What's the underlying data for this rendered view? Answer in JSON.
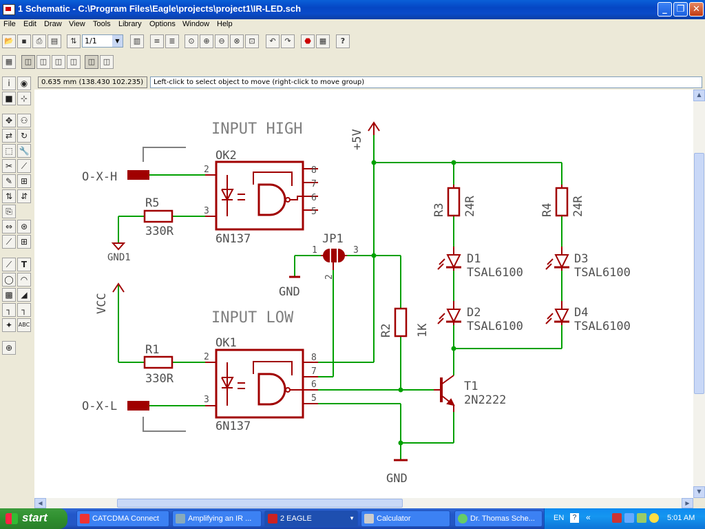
{
  "window": {
    "title": "1 Schematic - C:\\Program Files\\Eagle\\projects\\project1\\IR-LED.sch",
    "min": "_",
    "max": "❐",
    "close": "✕"
  },
  "menu": [
    "File",
    "Edit",
    "Draw",
    "View",
    "Tools",
    "Library",
    "Options",
    "Window",
    "Help"
  ],
  "toolbar": {
    "sheet_value": "1/1"
  },
  "status": {
    "coordinates": "0.635 mm (138.430 102.235)",
    "command": "Left-click to select object to move (right-click to move group)"
  },
  "schematic": {
    "headers": {
      "input_high": "INPUT HIGH",
      "input_low": "INPUT LOW"
    },
    "ok2": {
      "name": "OK2",
      "value": "6N137"
    },
    "ok1": {
      "name": "OK1",
      "value": "6N137"
    },
    "r5": {
      "name": "R5",
      "value": "330R"
    },
    "r1": {
      "name": "R1",
      "value": "330R"
    },
    "r2": {
      "name": "R2",
      "value": "1K"
    },
    "r3": {
      "name": "R3",
      "value": "24R"
    },
    "r4": {
      "name": "R4",
      "value": "24R"
    },
    "d1": {
      "name": "D1",
      "value": "TSAL6100"
    },
    "d2": {
      "name": "D2",
      "value": "TSAL6100"
    },
    "d3": {
      "name": "D3",
      "value": "TSAL6100"
    },
    "d4": {
      "name": "D4",
      "value": "TSAL6100"
    },
    "t1": {
      "name": "T1",
      "value": "2N2222"
    },
    "jp1": {
      "name": "JP1",
      "pin1": "1",
      "pin2": "2",
      "pin3": "3"
    },
    "supplies": {
      "plus5v": "+5V",
      "vcc": "VCC",
      "gnd1": "GND1",
      "gnd_jp": "GND",
      "gnd_main": "GND"
    },
    "connectors": {
      "high": "O-X-H",
      "low": "O-X-L"
    },
    "pins": {
      "p2": "2",
      "p3": "3",
      "p5": "5",
      "p6": "6",
      "p7": "7",
      "p8": "8"
    }
  },
  "taskbar": {
    "start": "start",
    "tasks": [
      "CATCDMA Connect",
      "Amplifying an IR ...",
      "2 EAGLE",
      "Calculator",
      "Dr. Thomas Sche..."
    ],
    "lang": "EN",
    "clock": "5:01 AM"
  },
  "colors": {
    "wire": "#00a000",
    "symbol": "#a00000",
    "label": "#7f7f7f",
    "text": "#505050"
  }
}
